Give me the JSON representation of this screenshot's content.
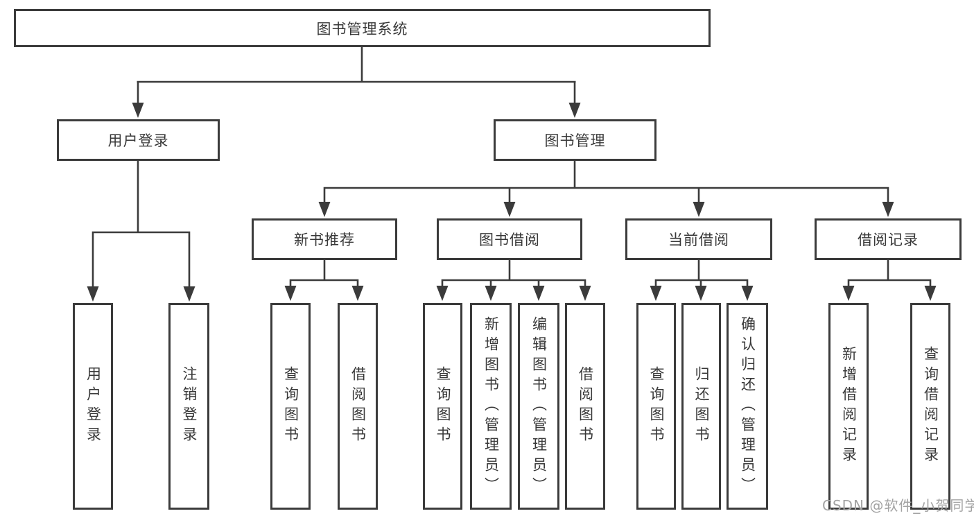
{
  "diagram": {
    "title": "图书管理系统",
    "level2": [
      {
        "label": "用户登录"
      },
      {
        "label": "图书管理"
      }
    ],
    "level3": [
      {
        "label": "新书推荐"
      },
      {
        "label": "图书借阅"
      },
      {
        "label": "当前借阅"
      },
      {
        "label": "借阅记录"
      }
    ],
    "leaves": [
      {
        "label": "用户登录"
      },
      {
        "label": "注销登录"
      },
      {
        "label": "查询图书"
      },
      {
        "label": "借阅图书"
      },
      {
        "label": "查询图书"
      },
      {
        "label": "新增图书（管理员）"
      },
      {
        "label": "编辑图书（管理员）"
      },
      {
        "label": "借阅图书"
      },
      {
        "label": "查询图书"
      },
      {
        "label": "归还图书"
      },
      {
        "label": "确认归还（管理员）"
      },
      {
        "label": "新增借阅记录"
      },
      {
        "label": "查询借阅记录"
      }
    ]
  },
  "watermark": {
    "text": "CSDN @软件_小贺同学"
  },
  "colors": {
    "line": "#3b3b3b",
    "text": "#383838",
    "watermark": "#a3a3a3",
    "background": "#ffffff"
  }
}
